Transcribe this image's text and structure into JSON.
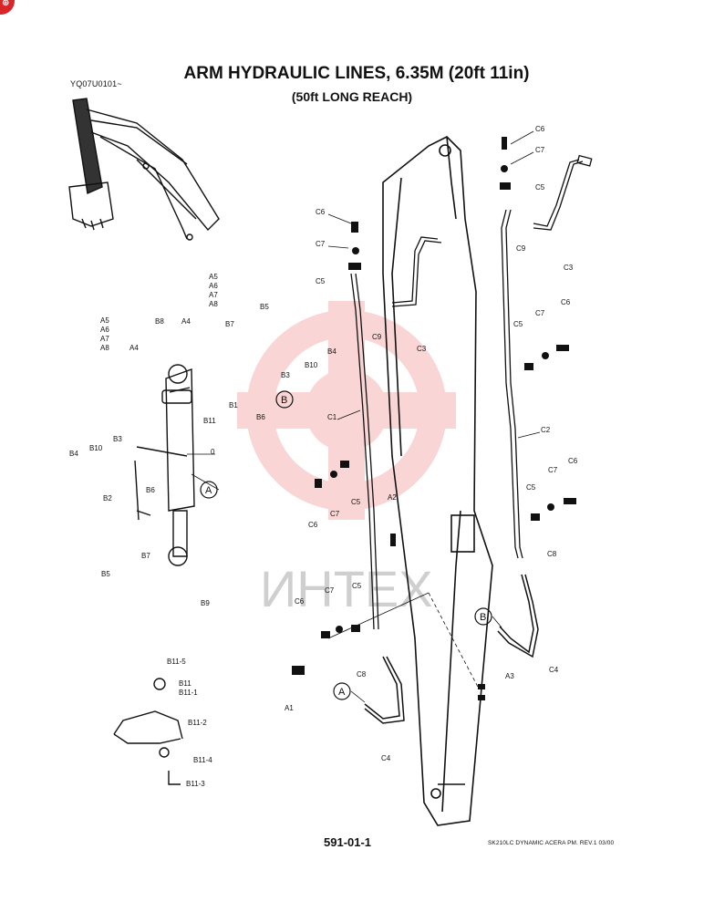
{
  "header": {
    "title": "ARM HYDRAULIC LINES, 6.35M (20ft 11in)",
    "subtitle": "(50ft LONG REACH)",
    "drawing_code": "YQ07U0101~"
  },
  "footer": {
    "page_number": "591-01-1",
    "model_rev": "SK210LC DYNAMIC ACERA PM.  REV.1 03/00"
  },
  "watermark": {
    "text": "ИНТЕХ",
    "color": "#f08a8a"
  },
  "labels": {
    "c6_top": "C6",
    "c7_top": "C7",
    "c5_top": "C5",
    "c9_right": "C9",
    "c3_right": "C3",
    "c6_mid": "C6",
    "c7_mid": "C7",
    "c5_mid": "C5",
    "c9_mid": "C9",
    "c3_mid": "C3",
    "a5": "A5",
    "a6": "A6",
    "a7": "A7",
    "a8": "A8",
    "a5_l": "A5",
    "a6_l": "A6",
    "a7_l": "A7",
    "a8_l": "A8",
    "b8": "B8",
    "a4": "A4",
    "b7_top": "B7",
    "b5_top": "B5",
    "a4_l": "A4",
    "b4_r": "B4",
    "b10_r": "B10",
    "b3_r": "B3",
    "b1": "B1",
    "b6_top": "B6",
    "b11": "B11",
    "c5_r2": "C5",
    "c7_r2": "C7",
    "c6_r2": "C6",
    "c1": "C1",
    "c2": "C2",
    "zero": "0",
    "b4_l": "B4",
    "b10_l": "B10",
    "b3_l": "B3",
    "b2": "B2",
    "b6_l": "B6",
    "b5_l": "B5",
    "b7_l": "B7",
    "b9": "B9",
    "c6_c": "C6",
    "c7_c": "C7",
    "c5_c": "C5",
    "c5_r3": "C5",
    "c7_r3": "C7",
    "c6_r3": "C6",
    "a2": "A2",
    "c8_r": "C8",
    "c6_low": "C6",
    "c7_low": "C7",
    "c5_low": "C5",
    "c8_low": "C8",
    "a1": "A1",
    "c4_low": "C4",
    "a3": "A3",
    "c4_r": "C4",
    "b11_5": "B11-5",
    "b11_k": "B11",
    "b11_1": "B11-1",
    "b11_2": "B11-2",
    "b11_4": "B11-4",
    "b11_3": "B11-3"
  },
  "callouts": {
    "b_top": "B",
    "a_mid": "A",
    "b_right": "B",
    "a_low": "A"
  }
}
